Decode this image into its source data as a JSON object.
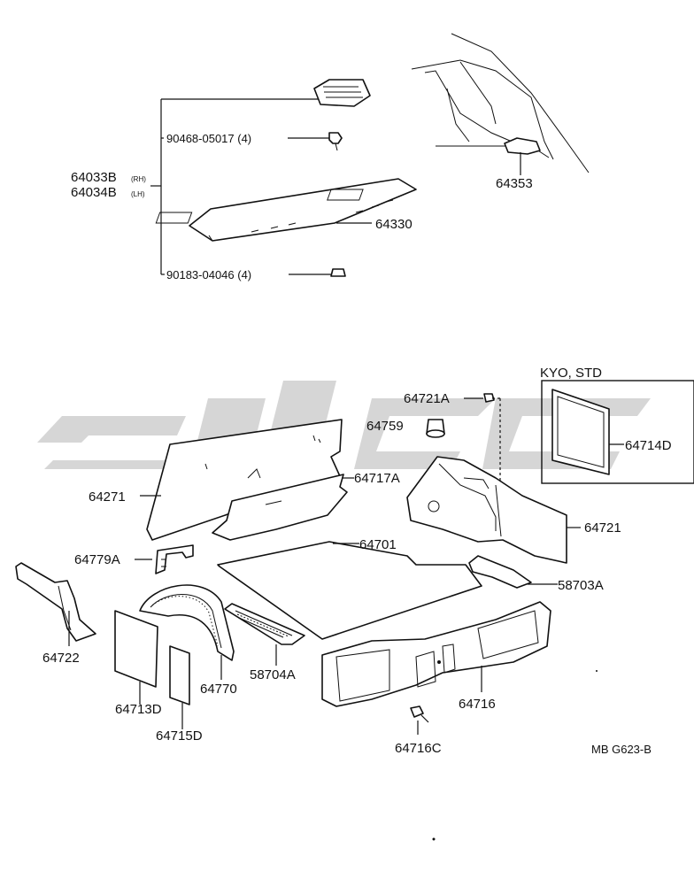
{
  "diagram": {
    "code": "MB G623-B",
    "inset_label": "KYO, STD",
    "parts": {
      "p64033B": "64033B",
      "p64033B_side": "(RH)",
      "p64034B": "64034B",
      "p64034B_side": "(LH)",
      "p90468": "90468-05017 (4)",
      "p90183": "90183-04046 (4)",
      "p64330": "64330",
      "p64353": "64353",
      "p64721A": "64721A",
      "p64759": "64759",
      "p64714D": "64714D",
      "p64271": "64271",
      "p64717A": "64717A",
      "p64721": "64721",
      "p64779A": "64779A",
      "p64701": "64701",
      "p58703A": "58703A",
      "p64722": "64722",
      "p64713D": "64713D",
      "p64715D": "64715D",
      "p64770": "64770",
      "p58704A": "58704A",
      "p64716": "64716",
      "p64716C": "64716C"
    }
  }
}
